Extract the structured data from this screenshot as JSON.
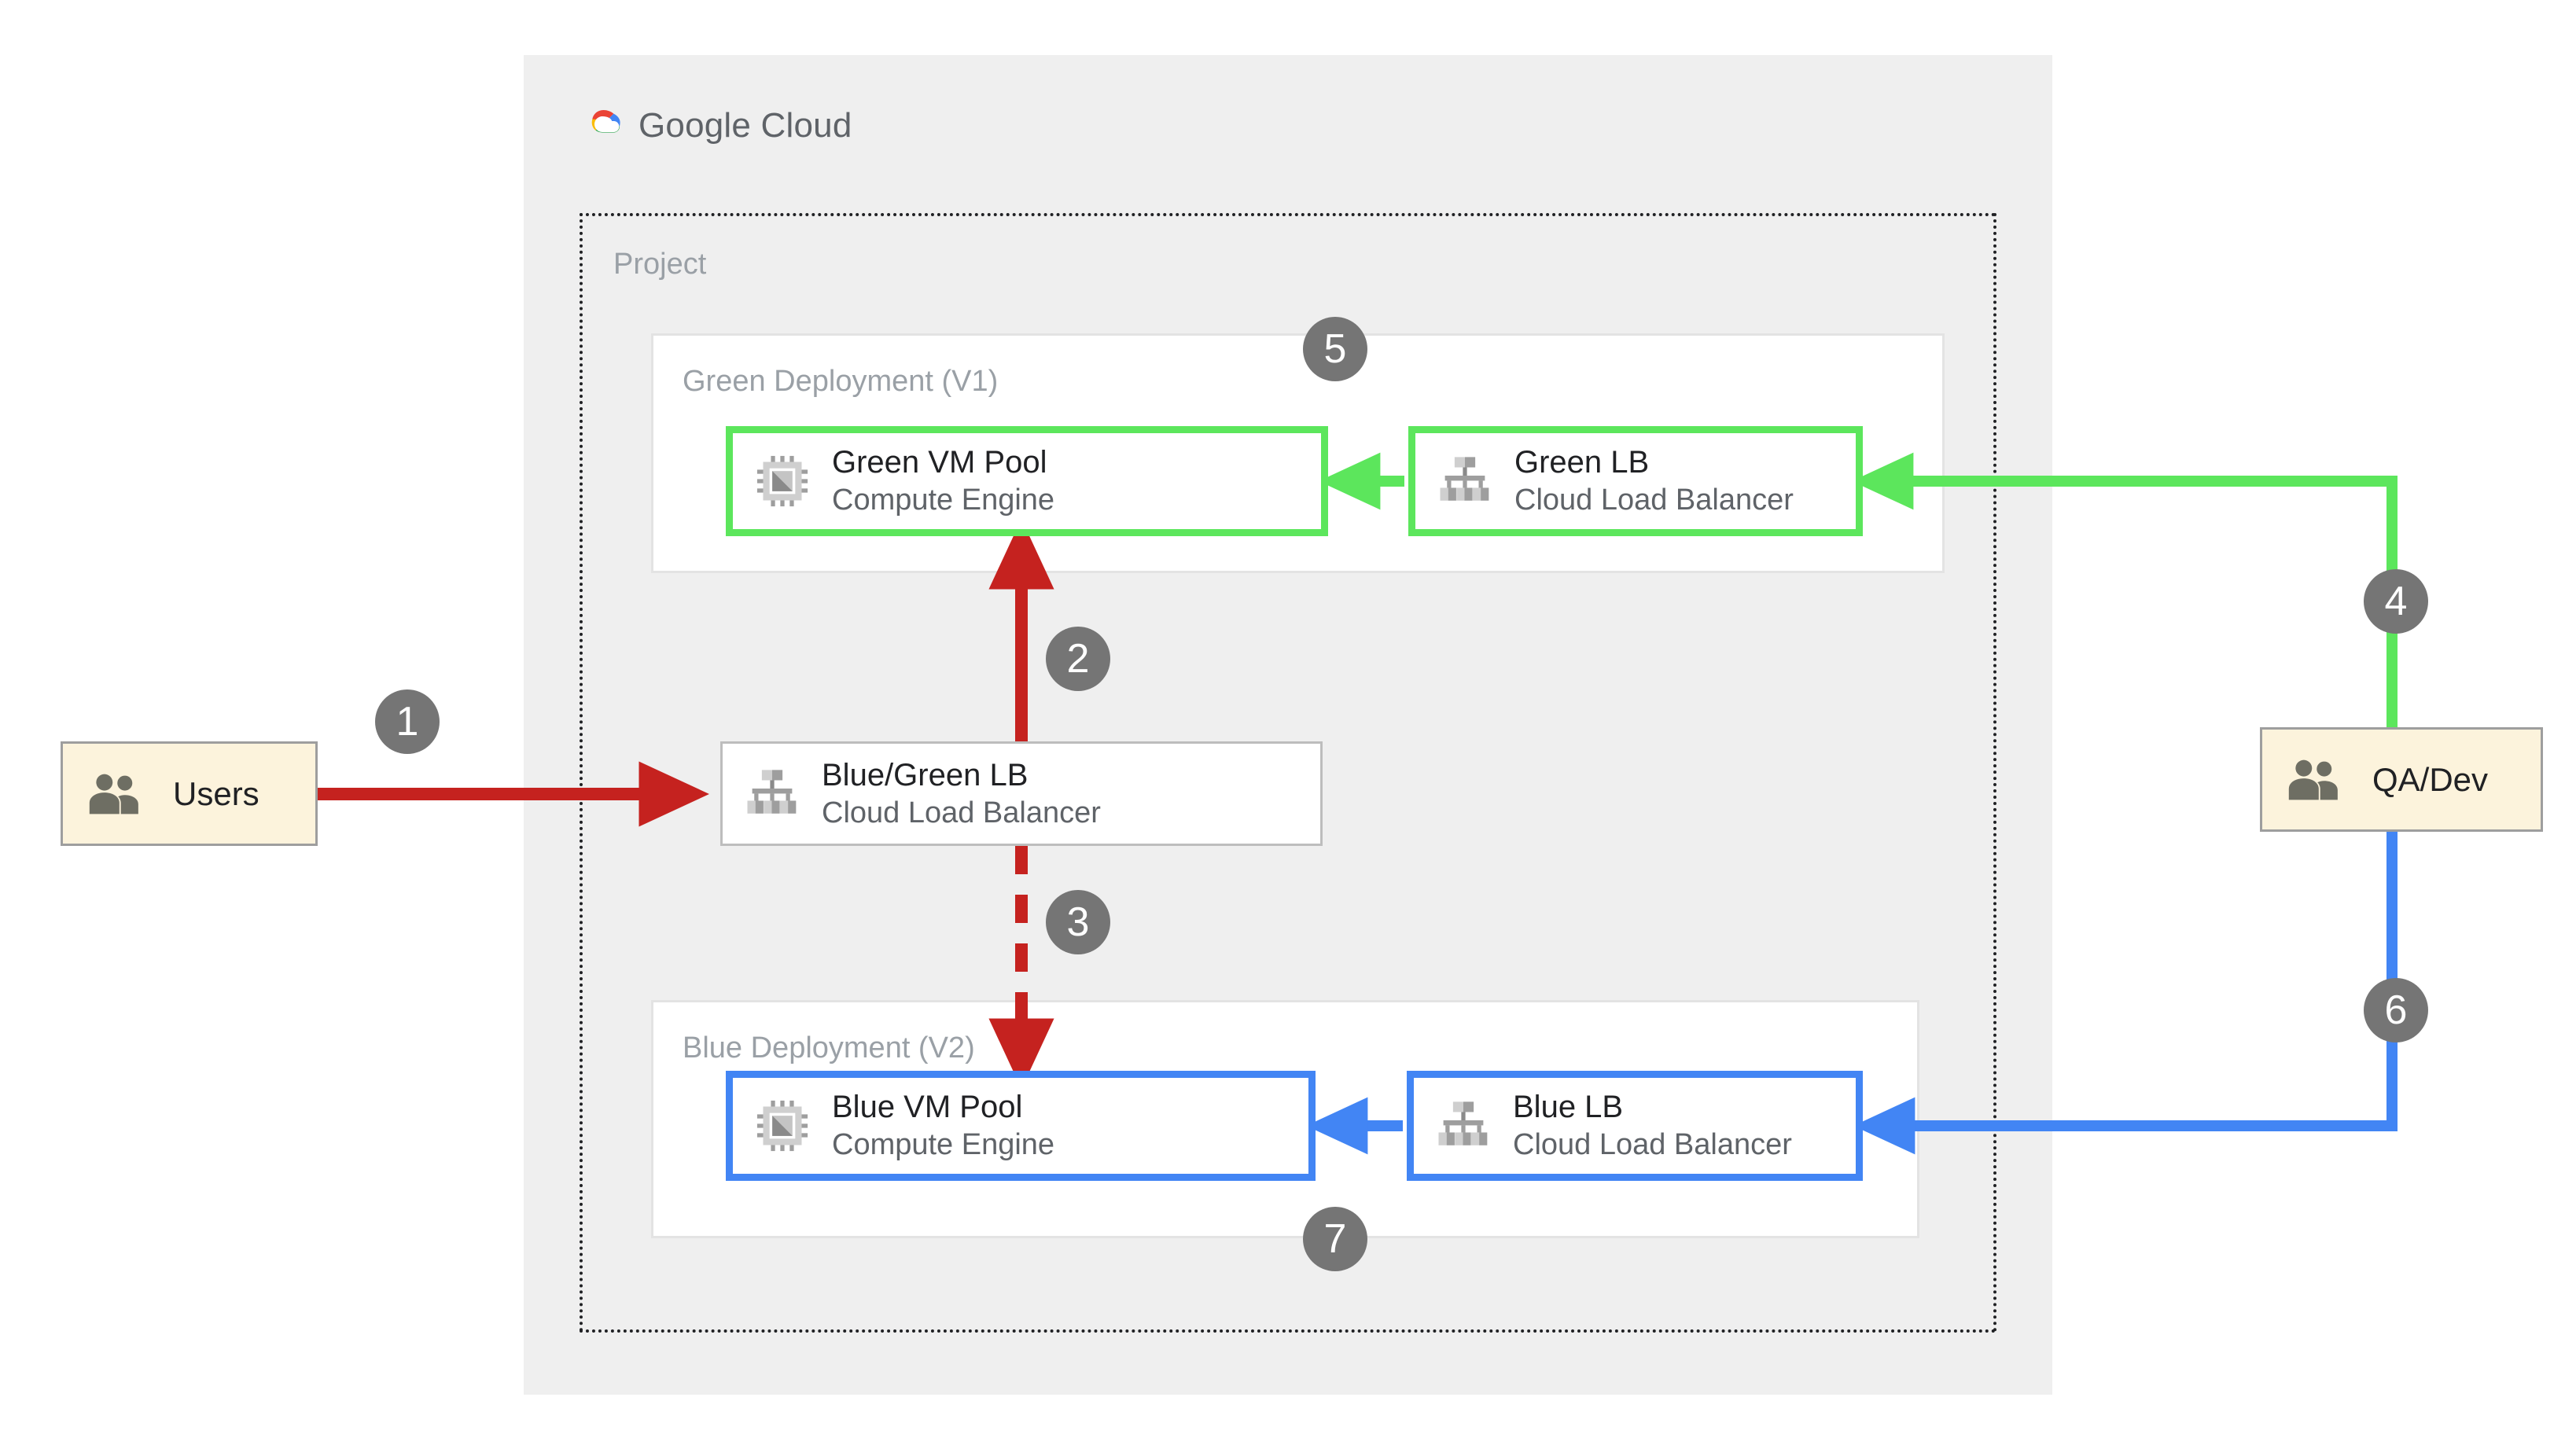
{
  "brand": {
    "logo_icon": "google-cloud-logo-icon",
    "name_part1": "Google",
    "name_part2": "Cloud",
    "colors": {
      "red": "#EA4335",
      "yellow": "#FBBC04",
      "green": "#34A853",
      "blue": "#4285F4",
      "text": "#5f6368"
    }
  },
  "project": {
    "label": "Project"
  },
  "deployments": {
    "green": {
      "label": "Green Deployment (V1)",
      "accent": "#5ce65c"
    },
    "blue": {
      "label": "Blue Deployment (V2)",
      "accent": "#4285f4"
    }
  },
  "nodes": {
    "green_vm": {
      "title": "Green VM Pool",
      "subtitle": "Compute Engine",
      "icon": "cpu-chip-icon"
    },
    "green_lb": {
      "title": "Green LB",
      "subtitle": "Cloud Load Balancer",
      "icon": "load-balancer-icon"
    },
    "bluegreen_lb": {
      "title": "Blue/Green LB",
      "subtitle": "Cloud Load Balancer",
      "icon": "load-balancer-icon"
    },
    "blue_vm": {
      "title": "Blue VM Pool",
      "subtitle": "Compute Engine",
      "icon": "cpu-chip-icon"
    },
    "blue_lb": {
      "title": "Blue LB",
      "subtitle": "Cloud Load Balancer",
      "icon": "load-balancer-icon"
    }
  },
  "actors": {
    "users": {
      "title": "Users",
      "icon": "people-group-icon",
      "fill": "#fcf3dc"
    },
    "qa_dev": {
      "title": "QA/Dev",
      "icon": "people-group-icon",
      "fill": "#fcf3dc"
    }
  },
  "steps": [
    {
      "n": "1",
      "from": "Users",
      "to": "Blue/Green LB",
      "style": "solid",
      "color": "#c5221f"
    },
    {
      "n": "2",
      "from": "Blue/Green LB",
      "to": "Green VM Pool",
      "style": "solid",
      "color": "#c5221f"
    },
    {
      "n": "3",
      "from": "Blue/Green LB",
      "to": "Blue VM Pool",
      "style": "dashed",
      "color": "#c5221f"
    },
    {
      "n": "4",
      "from": "QA/Dev",
      "to": "Green LB",
      "style": "solid",
      "color": "#5ce65c"
    },
    {
      "n": "5",
      "from": "Green LB",
      "to": "Green VM Pool",
      "style": "solid",
      "color": "#5ce65c"
    },
    {
      "n": "6",
      "from": "QA/Dev",
      "to": "Blue LB",
      "style": "solid",
      "color": "#4285f4"
    },
    {
      "n": "7",
      "from": "Blue LB",
      "to": "Blue VM Pool",
      "style": "solid",
      "color": "#4285f4"
    }
  ],
  "palette": {
    "canvas": "#ffffff",
    "panel": "#efefef",
    "card": "#ffffff",
    "card_border": "#e3e3e3",
    "muted_text": "#9aa0a6",
    "body_text": "#202124",
    "sub_text": "#5f6368",
    "badge_bg": "#757575",
    "red": "#c5221f",
    "green": "#5ce65c",
    "blue": "#4285f4"
  }
}
